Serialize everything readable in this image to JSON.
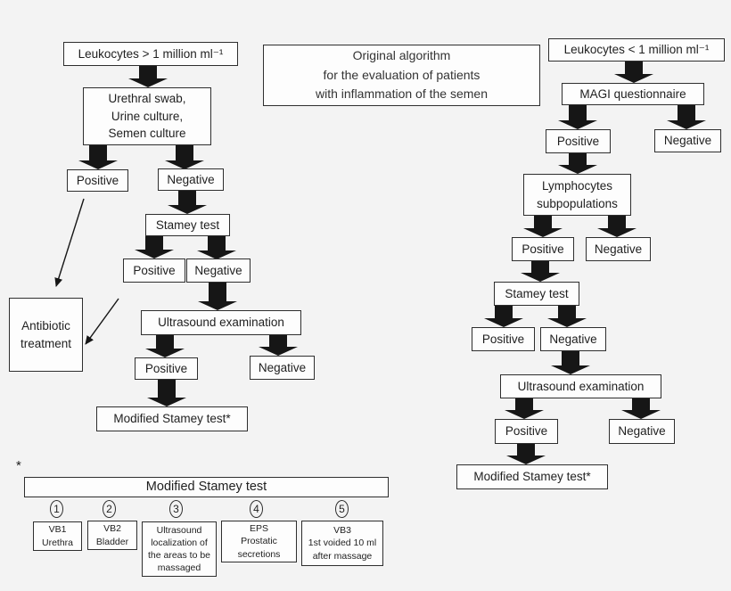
{
  "title_box": "Original algorithm\nfor the evaluation of patients\nwith inflammation of the semen",
  "left_flow": {
    "start": "Leukocytes > 1 million ml⁻¹",
    "cultures": "Urethral swab,\nUrine culture,\nSemen culture",
    "positive1": "Positive",
    "negative1": "Negative",
    "stamey": "Stamey test",
    "positive2": "Positive",
    "negative2": "Negative",
    "ultrasound": "Ultrasound examination",
    "positive3": "Positive",
    "negative3": "Negative",
    "modified": "Modified Stamey test*",
    "antibiotic": "Antibiotic\ntreatment"
  },
  "right_flow": {
    "start": "Leukocytes < 1 million ml⁻¹",
    "magi": "MAGI questionnaire",
    "positive1": "Positive",
    "negative1": "Negative",
    "lymphocytes": "Lymphocytes\nsubpopulations",
    "positive2": "Positive",
    "negative2": "Negative",
    "stamey": "Stamey test",
    "positive3": "Positive",
    "negative3": "Negative",
    "ultrasound": "Ultrasound examination",
    "positive4": "Positive",
    "negative4": "Negative",
    "modified": "Modified Stamey test*"
  },
  "legend": {
    "footnote_marker": "*",
    "title": "Modified Stamey test",
    "steps": [
      {
        "number": "1",
        "label": "VB1\nUrethra"
      },
      {
        "number": "2",
        "label": "VB2\nBladder"
      },
      {
        "number": "3",
        "label": "Ultrasound\nlocalization of\nthe areas to be\nmassaged"
      },
      {
        "number": "4",
        "label": "EPS\nProstatic\nsecretions"
      },
      {
        "number": "5",
        "label": "VB3\n1st voided 10 ml\nafter massage"
      }
    ]
  },
  "colors": {
    "background": "#f3f3f3",
    "box_fill": "#fdfdfd",
    "border": "#2e2e2e",
    "arrow": "#161616"
  }
}
